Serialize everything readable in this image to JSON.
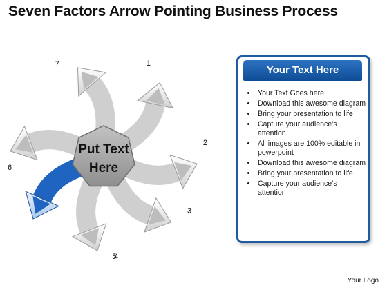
{
  "title": "Seven Factors Arrow Pointing Business Process",
  "center": {
    "line1": "Put Text",
    "line2": "Here"
  },
  "arrows": [
    {
      "label": "1",
      "highlighted": false
    },
    {
      "label": "2",
      "highlighted": false
    },
    {
      "label": "3",
      "highlighted": false
    },
    {
      "label": "4",
      "highlighted": false
    },
    {
      "label": "5",
      "highlighted": true
    },
    {
      "label": "6",
      "highlighted": false
    },
    {
      "label": "7",
      "highlighted": false
    }
  ],
  "panel": {
    "heading": "Your Text Here",
    "bullets": [
      "Your Text Goes here",
      "Download this awesome diagram",
      "Bring your presentation to life",
      "Capture your audience’s attention",
      "All images are 100% editable in powerpoint",
      "Download this awesome diagram",
      "Bring your presentation to life",
      "Capture your audience’s attention"
    ]
  },
  "logo": "Your Logo",
  "colors": {
    "arrow_fill": "#cfcfcf",
    "arrow_stroke": "#9a9a9a",
    "highlight_fill": "#1f64c0",
    "center_fill": "#a9a9a9",
    "panel_accent": "#1f5c9e"
  }
}
